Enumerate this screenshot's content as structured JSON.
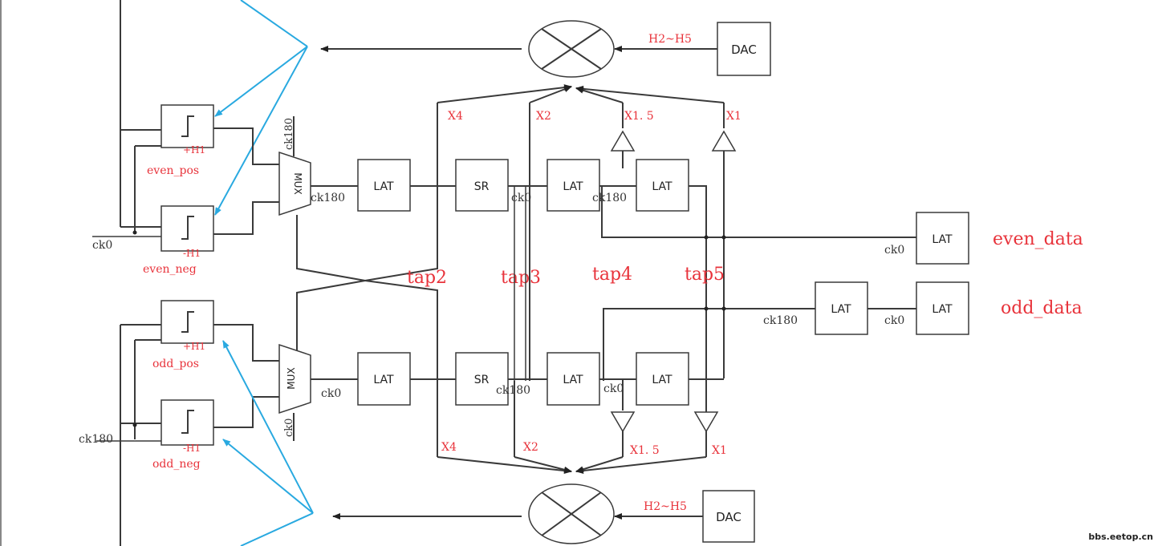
{
  "blocks": {
    "lat": "LAT",
    "sr": "SR",
    "dac": "DAC",
    "mux_rot": "MUX",
    "mux": "MUX"
  },
  "signals": {
    "h2h5": "H2~H5",
    "x4": "X4",
    "x2": "X2",
    "x15": "X1. 5",
    "x1": "X1",
    "pos_h1": "+H1",
    "neg_h1": "-H1",
    "ck0": "ck0",
    "ck180": "ck180"
  },
  "labels": {
    "even_pos": "even_pos",
    "even_neg": "even_neg",
    "odd_pos": "odd_pos",
    "odd_neg": "odd_neg",
    "even_data": "even_data",
    "odd_data": "odd_data"
  },
  "taps": [
    "tap2",
    "tap3",
    "tap4",
    "tap5"
  ],
  "watermark": "bbs.eetop.cn",
  "colors": {
    "wire": "#3a3a3a",
    "label_red": "#e8333b",
    "arrow_blue": "#29a9e0"
  }
}
